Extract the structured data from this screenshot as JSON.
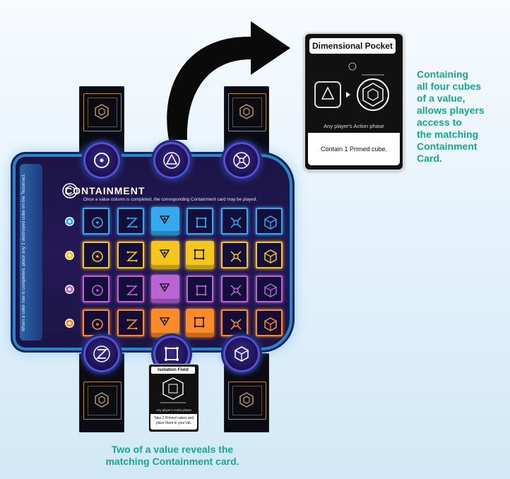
{
  "board": {
    "title": "CONTAINMENT",
    "subtitle": "Once a value column is completed, the corresponding Containment card may be played.",
    "side_rule": "When a color row is completed, place any 1 destroyed cube on the Tesseract.",
    "row_colors": [
      "#35a9ee",
      "#f5c61c",
      "#b864d2",
      "#ff8b28"
    ],
    "columns": 6
  },
  "dimensional_pocket_card": {
    "title": "Dimensional Pocket",
    "phase": "Any player's Action phase",
    "effect": "Contain 1 Primed cube."
  },
  "isolation_field_card": {
    "title": "Isolation Field",
    "phase": "Any player's Action phase",
    "effect": "Take 2 Primed cubes and place them in your lab."
  },
  "captions": {
    "right": [
      "Containing",
      "all four cubes",
      "of a value,",
      "allows players",
      "access to",
      "the matching",
      "Containment",
      "Card."
    ],
    "bottom": [
      "Two of a value reveals the",
      "matching Containment card."
    ]
  },
  "icons": [
    "circle-dot-icon",
    "z-path-icon",
    "triangle-icon",
    "square-icon",
    "x-node-icon",
    "cube-icon"
  ],
  "colors": {
    "caption": "#14a890",
    "board_bg": "#1c1446",
    "glow": "#2a86c8"
  }
}
